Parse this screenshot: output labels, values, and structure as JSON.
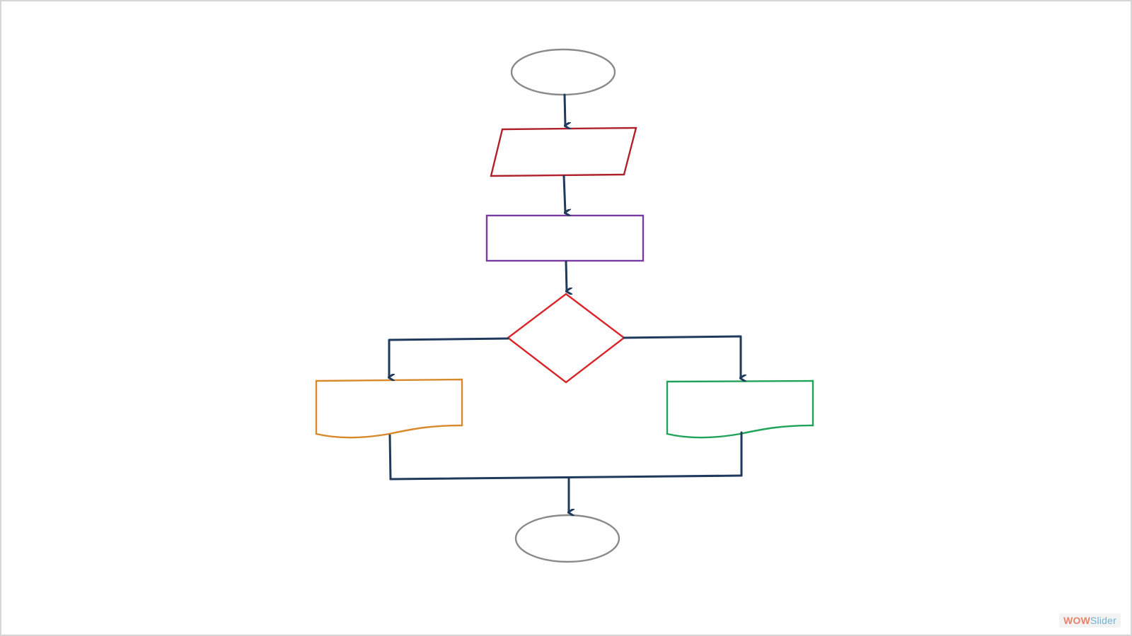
{
  "diagram": {
    "type": "flowchart",
    "nodes": [
      {
        "id": "start",
        "shape": "ellipse",
        "color": "#8a8a8a"
      },
      {
        "id": "input",
        "shape": "parallelogram",
        "color": "#b0202a"
      },
      {
        "id": "process",
        "shape": "rectangle",
        "color": "#7b3aa0"
      },
      {
        "id": "decision",
        "shape": "diamond",
        "color": "#d8262a"
      },
      {
        "id": "document-left",
        "shape": "document",
        "color": "#d8892a"
      },
      {
        "id": "document-right",
        "shape": "document",
        "color": "#1fa35a"
      },
      {
        "id": "end",
        "shape": "ellipse",
        "color": "#8a8a8a"
      }
    ],
    "edges": [
      {
        "from": "start",
        "to": "input"
      },
      {
        "from": "input",
        "to": "process"
      },
      {
        "from": "process",
        "to": "decision"
      },
      {
        "from": "decision",
        "to": "document-left"
      },
      {
        "from": "decision",
        "to": "document-right"
      },
      {
        "from": "document-left",
        "to": "end"
      },
      {
        "from": "document-right",
        "to": "end"
      }
    ],
    "connector_color": "#1f3a5c"
  },
  "watermark": {
    "part_a": "WOW",
    "part_b": "Slider",
    "color_a": "#e9836b",
    "color_b": "#6fb3d6"
  }
}
